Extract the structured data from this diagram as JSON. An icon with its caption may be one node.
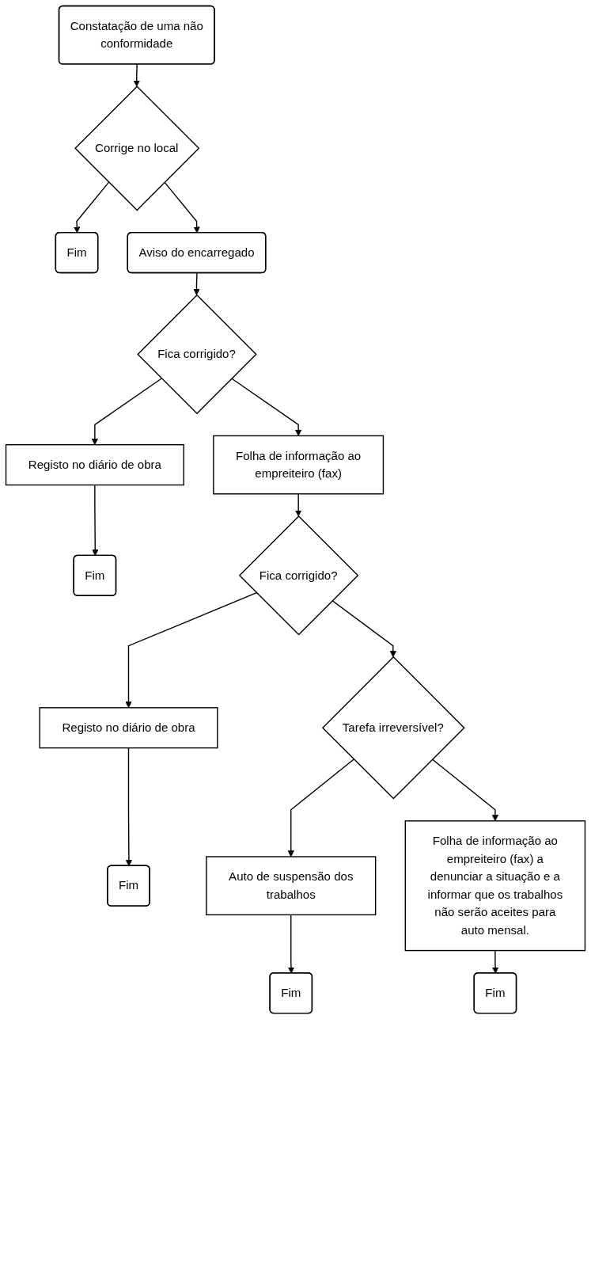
{
  "diagram": {
    "nodes": [
      {
        "text": [
          "Constatação de uma não conformidade"
        ]
      },
      {
        "text": [
          "Corrige no local"
        ]
      },
      {
        "text": [
          "Fim"
        ]
      },
      {
        "text": [
          "Aviso do encarregado"
        ]
      },
      {
        "text": [
          "Fica corrigido?"
        ]
      },
      {
        "text": [
          "Registo no diário de obra"
        ]
      },
      {
        "text": [
          "Fim"
        ]
      },
      {
        "text": [
          "Folha de informação ao empreiteiro (fax)"
        ]
      },
      {
        "text": [
          "Fica corrigido?"
        ]
      },
      {
        "text": [
          "Registo no diário de obra"
        ]
      },
      {
        "text": [
          "Fim"
        ]
      },
      {
        "text": [
          "Tarefa irreversível?"
        ]
      },
      {
        "text": [
          "Auto de suspensão dos trabalhos"
        ]
      },
      {
        "text": [
          "Fim"
        ]
      },
      {
        "text": [
          "Folha de informação ao empreiteiro (fax) a denunciar a situação e a informar que os trabalhos não serão aceites para auto mensal."
        ]
      },
      {
        "text": [
          "Fim"
        ]
      }
    ],
    "edges": [
      {
        "from": 0,
        "to": 1,
        "arrow": "to"
      },
      {
        "from": 1,
        "to": 2,
        "arrow": "to"
      },
      {
        "from": 1,
        "to": 3,
        "arrow": "to"
      },
      {
        "from": 3,
        "to": 4,
        "arrow": "to"
      },
      {
        "from": 4,
        "to": 5,
        "arrow": "to"
      },
      {
        "from": 5,
        "to": 6,
        "arrow": "to"
      },
      {
        "from": 4,
        "to": 7,
        "arrow": "to"
      },
      {
        "from": 7,
        "to": 8,
        "arrow": "to"
      },
      {
        "from": 8,
        "to": 9,
        "arrow": "to"
      },
      {
        "from": 9,
        "to": 10,
        "arrow": "to"
      },
      {
        "from": 8,
        "to": 11,
        "arrow": "to"
      },
      {
        "from": 11,
        "to": 12,
        "arrow": "to"
      },
      {
        "from": 12,
        "to": 13,
        "arrow": "to"
      },
      {
        "from": 11,
        "to": 14,
        "arrow": "to"
      },
      {
        "from": 14,
        "to": 15,
        "arrow": "to"
      }
    ]
  }
}
